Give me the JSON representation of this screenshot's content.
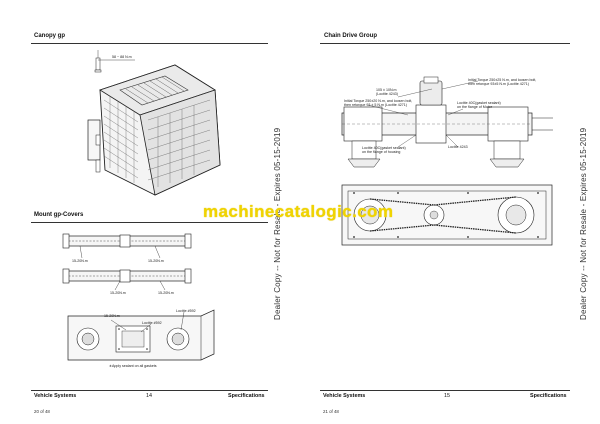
{
  "left_page": {
    "sections": {
      "canopy": {
        "title": "Canopy gp",
        "torque_label": "58 ~ 88 N.m"
      },
      "mount": {
        "title": "Mount gp-Covers",
        "labels": [
          "15-20N.m",
          "15-20N.m",
          "15-20N.m",
          "15-20N.m"
        ]
      },
      "cover_detail": {
        "labels": [
          "15-20N.m",
          "Loctite #592",
          "Loctite #592"
        ],
        "note": "∗Apply sealant on all gaskets"
      }
    },
    "footer": {
      "left": "Vehicle Systems",
      "page": "14",
      "right": "Specifications",
      "page_of": "20 of 48"
    }
  },
  "right_page": {
    "sections": {
      "chain_drive": {
        "title": "Chain Drive Group",
        "labels": {
          "torque_top": "105 ± 10N.m\n(Loctite 4243)",
          "torque_right": "Initial Torque 250±25 N.m, and loosen bolt,\nthen retorque 93±5 N.m (Loctite 4271)",
          "torque_left": "Initial Torque 250±20 N.m, and loosen bolt,\nthen retorque 93 ± 5 N.m (Loctite 4271)",
          "loctite_motor": "Loctite 40C(gasket sealant)\non the flange of Motor",
          "loctite_housing": "Loctite 40C(gasket sealant)\non the flange of housing",
          "loctite_4243": "Loctite 4243"
        }
      }
    },
    "footer": {
      "left": "Vehicle Systems",
      "page": "15",
      "right": "Specifications",
      "page_of": "21 of 48"
    }
  },
  "overlay": {
    "side_text_left": "Dealer Copy -- Not for Resale - Expires 05-15-2019",
    "side_text_right": "Dealer Copy -- Not for Resale - Expires 05-15-2019",
    "watermark": "machinecatalogic.com"
  }
}
